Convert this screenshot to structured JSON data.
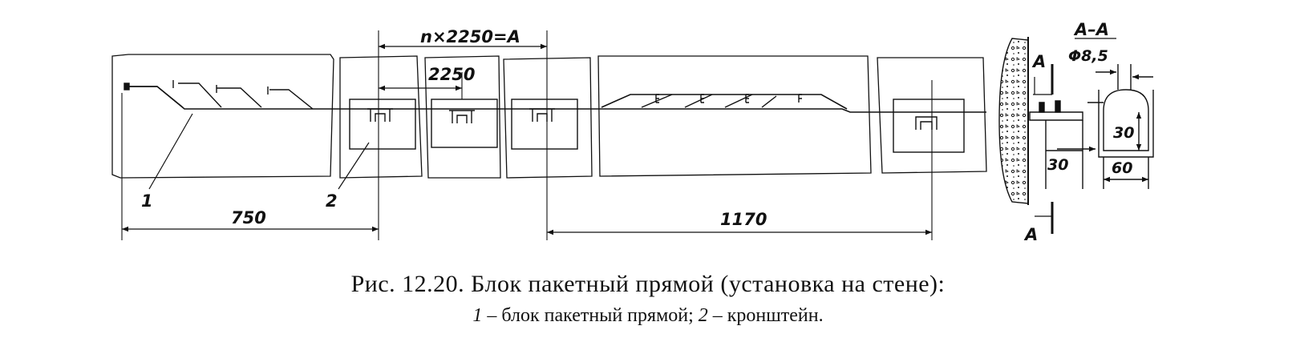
{
  "drawing": {
    "dim_total": "n×2250=A",
    "dim_pitch": "2250",
    "dim_left": "750",
    "dim_right": "1170",
    "label_block": "1",
    "label_bracket": "2",
    "section_title": "А–А",
    "section_mark_top": "А",
    "section_mark_bottom": "А",
    "diameter": "Φ8,5",
    "dim_30_side": "30",
    "dim_30_height": "30",
    "dim_60": "60"
  },
  "caption": {
    "title": "Рис. 12.20. Блок пакетный прямой (установка на стене):",
    "legend_1_num": "1",
    "legend_1_text": " – блок пакетный прямой; ",
    "legend_2_num": "2",
    "legend_2_text": " – кронштейн."
  }
}
